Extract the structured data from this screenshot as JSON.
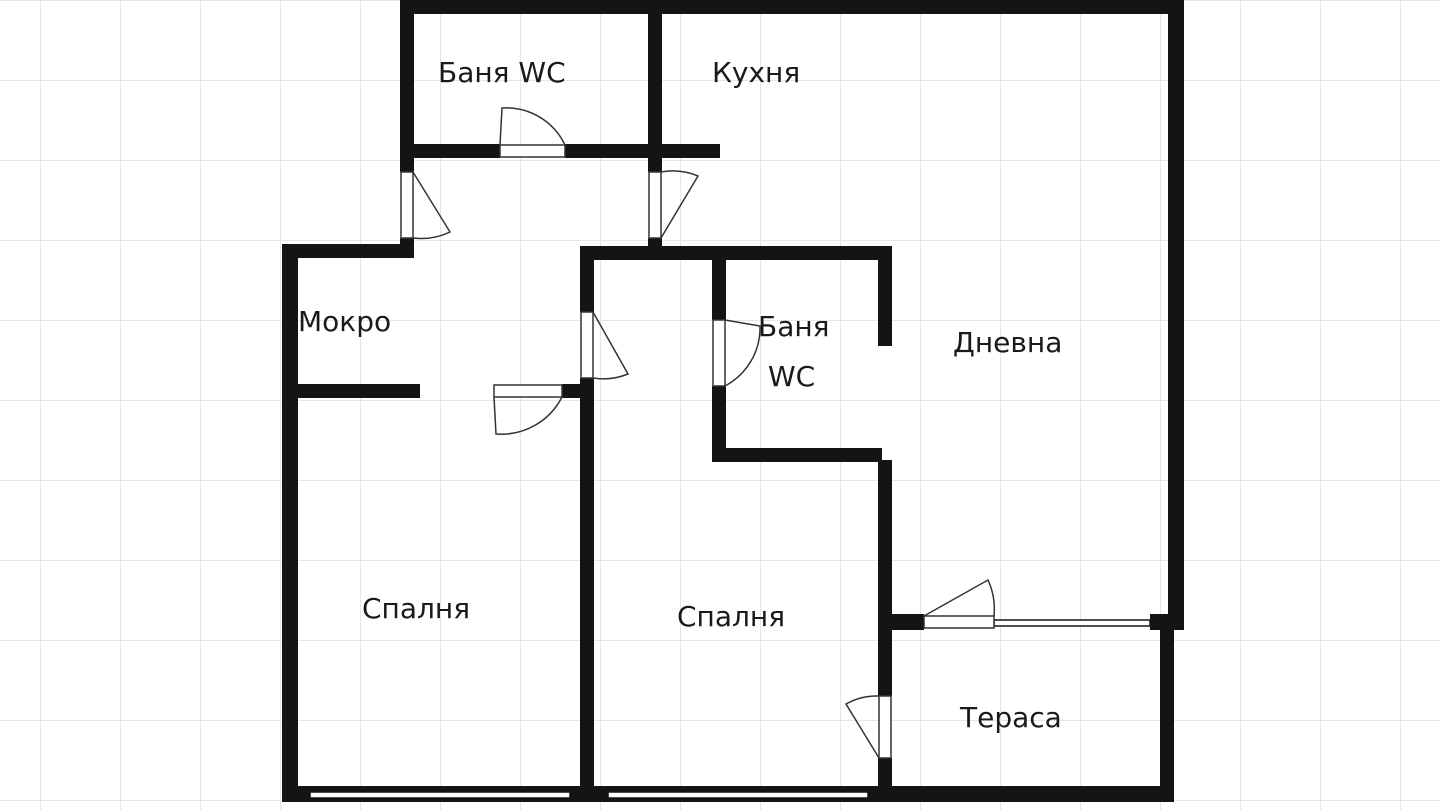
{
  "floor_plan": {
    "rooms": [
      {
        "id": "bath-top",
        "label": "Баня  WC"
      },
      {
        "id": "kitchen",
        "label": "Кухня"
      },
      {
        "id": "wet",
        "label": "Мокро"
      },
      {
        "id": "bath-mid-1",
        "label": "Баня"
      },
      {
        "id": "bath-mid-2",
        "label": "WC"
      },
      {
        "id": "living",
        "label": "Дневна"
      },
      {
        "id": "bedroom-left",
        "label": "Спалня"
      },
      {
        "id": "bedroom-center",
        "label": "Спалня"
      },
      {
        "id": "terrace",
        "label": "Тераса"
      }
    ],
    "colors": {
      "wall": "#141414",
      "grid": "#e6e6e6",
      "background": "#ffffff"
    }
  }
}
